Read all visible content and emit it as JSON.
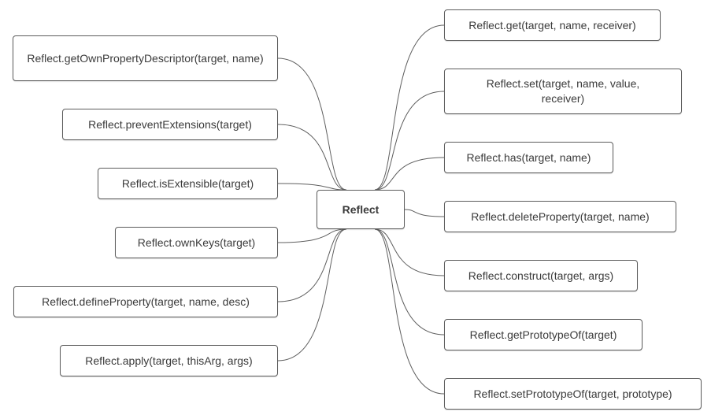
{
  "diagram": {
    "root": {
      "id": "reflect",
      "label": "Reflect"
    },
    "left_nodes": [
      {
        "id": "getOwnPropertyDescriptor",
        "label": "Reflect.getOwnPropertyDescriptor(target, name)"
      },
      {
        "id": "preventExtensions",
        "label": "Reflect.preventExtensions(target)"
      },
      {
        "id": "isExtensible",
        "label": "Reflect.isExtensible(target)"
      },
      {
        "id": "ownKeys",
        "label": "Reflect.ownKeys(target)"
      },
      {
        "id": "defineProperty",
        "label": "Reflect.defineProperty(target, name, desc)"
      },
      {
        "id": "apply",
        "label": "Reflect.apply(target, thisArg, args)"
      }
    ],
    "right_nodes": [
      {
        "id": "get",
        "label": "Reflect.get(target, name, receiver)"
      },
      {
        "id": "set",
        "label": "Reflect.set(target, name, value, receiver)"
      },
      {
        "id": "has",
        "label": "Reflect.has(target, name)"
      },
      {
        "id": "deleteProperty",
        "label": "Reflect.deleteProperty(target, name)"
      },
      {
        "id": "construct",
        "label": "Reflect.construct(target, args)"
      },
      {
        "id": "getPrototypeOf",
        "label": "Reflect.getPrototypeOf(target)"
      },
      {
        "id": "setPrototypeOf",
        "label": "Reflect.setPrototypeOf(target, prototype)"
      }
    ]
  }
}
